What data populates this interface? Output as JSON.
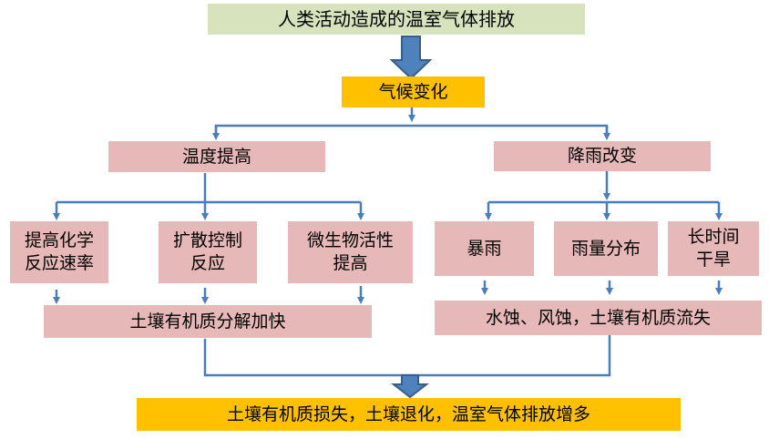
{
  "top": "人类活动造成的温室气体排放",
  "climate": "气候变化",
  "left_branch": {
    "title": "温度提高",
    "children": [
      "提高化学\n反应速率",
      "扩散控制\n反应",
      "微生物活性\n提高"
    ],
    "result": "土壤有机质分解加快"
  },
  "right_branch": {
    "title": "降雨改变",
    "children": [
      "暴雨",
      "雨量分布",
      "长时间\n干旱"
    ],
    "result": "水蚀、风蚀，土壤有机质流失"
  },
  "final": "土壤有机质损失，土壤退化，温室气体排放增多",
  "colors": {
    "green": "#d6e3bc",
    "gold": "#ffc000",
    "pink": "#e6b9b8",
    "arrow": "#4a7ebb"
  }
}
